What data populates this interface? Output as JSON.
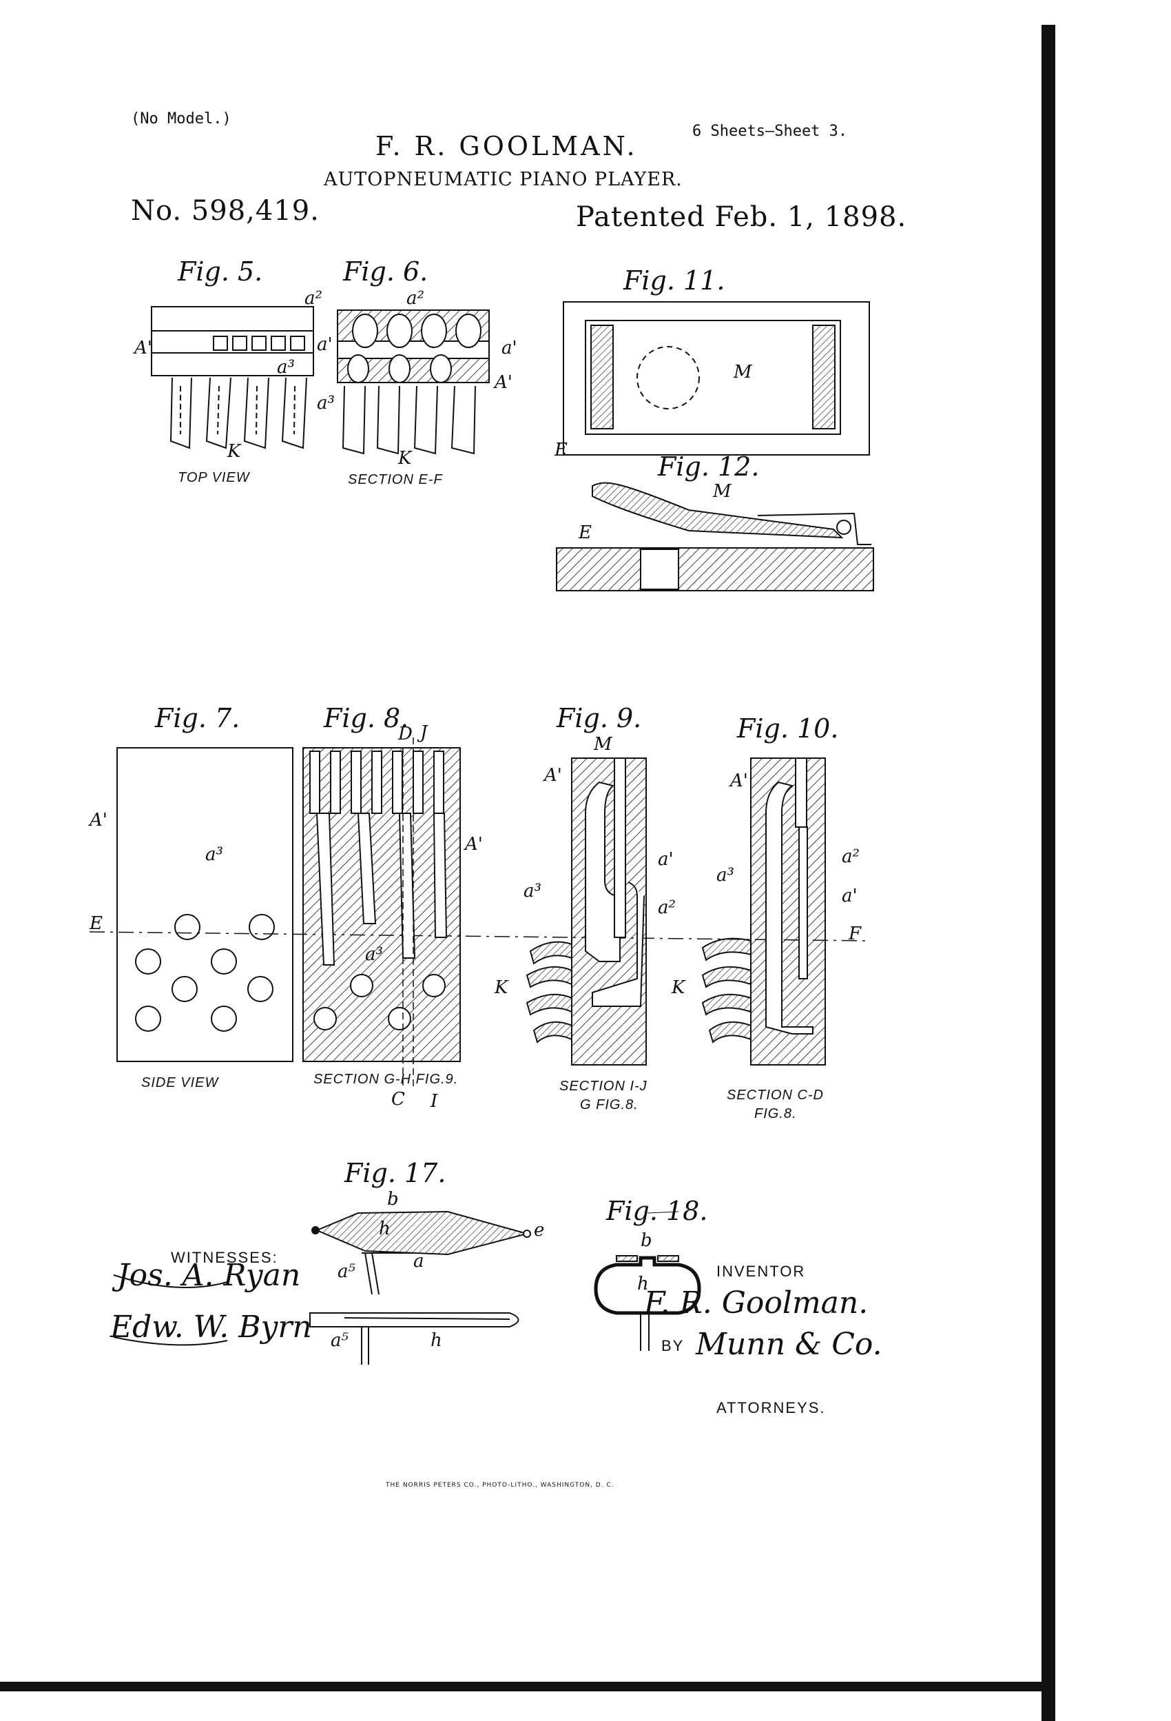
{
  "header": {
    "no_model": "(No Model.)",
    "inventor_name": "F. R. GOOLMAN.",
    "sheets": "6 Sheets—Sheet 3.",
    "title": "AUTOPNEUMATIC PIANO PLAYER.",
    "patent_no": "No. 598,419.",
    "patented": "Patented Feb. 1, 1898."
  },
  "figures": {
    "fig5": "Fig. 5.",
    "fig6": "Fig. 6.",
    "fig11": "Fig. 11.",
    "fig12": "Fig. 12.",
    "fig7": "Fig. 7.",
    "fig8": "Fig. 8.",
    "fig9": "Fig. 9.",
    "fig10": "Fig. 10.",
    "fig17": "Fig. 17.",
    "fig18": "Fig. 18."
  },
  "captions": {
    "top_view": "TOP VIEW",
    "section_ef": "SECTION E-F",
    "side_view": "SIDE VIEW",
    "section_gh": "SECTION G-H FIG.9.",
    "section_ij": "SECTION I-J",
    "section_ij_sub": "G FIG.8.",
    "section_cd": "SECTION C-D",
    "section_cd_sub": "FIG.8."
  },
  "signatures": {
    "witnesses_label": "WITNESSES:",
    "witness1": "Jos. A. Ryan",
    "witness2": "Edw. W. Byrn",
    "inventor_label": "INVENTOR",
    "inventor_sig": "F. R. Goolman.",
    "by": "BY",
    "attorney_sig": "Munn & Co.",
    "attorneys_label": "ATTORNEYS."
  },
  "imprint": "THE NORRIS PETERS CO., PHOTO-LITHO., WASHINGTON, D. C.",
  "refs": {
    "A1": "A'",
    "a1": "a'",
    "a2": "a²",
    "a3": "a³",
    "a5": "a⁵",
    "K": "K",
    "M": "M",
    "E": "E",
    "F": "F",
    "D": "D",
    "J": "J",
    "C": "C",
    "I": "I",
    "b": "b",
    "h": "h",
    "a": "a",
    "e": "e"
  }
}
